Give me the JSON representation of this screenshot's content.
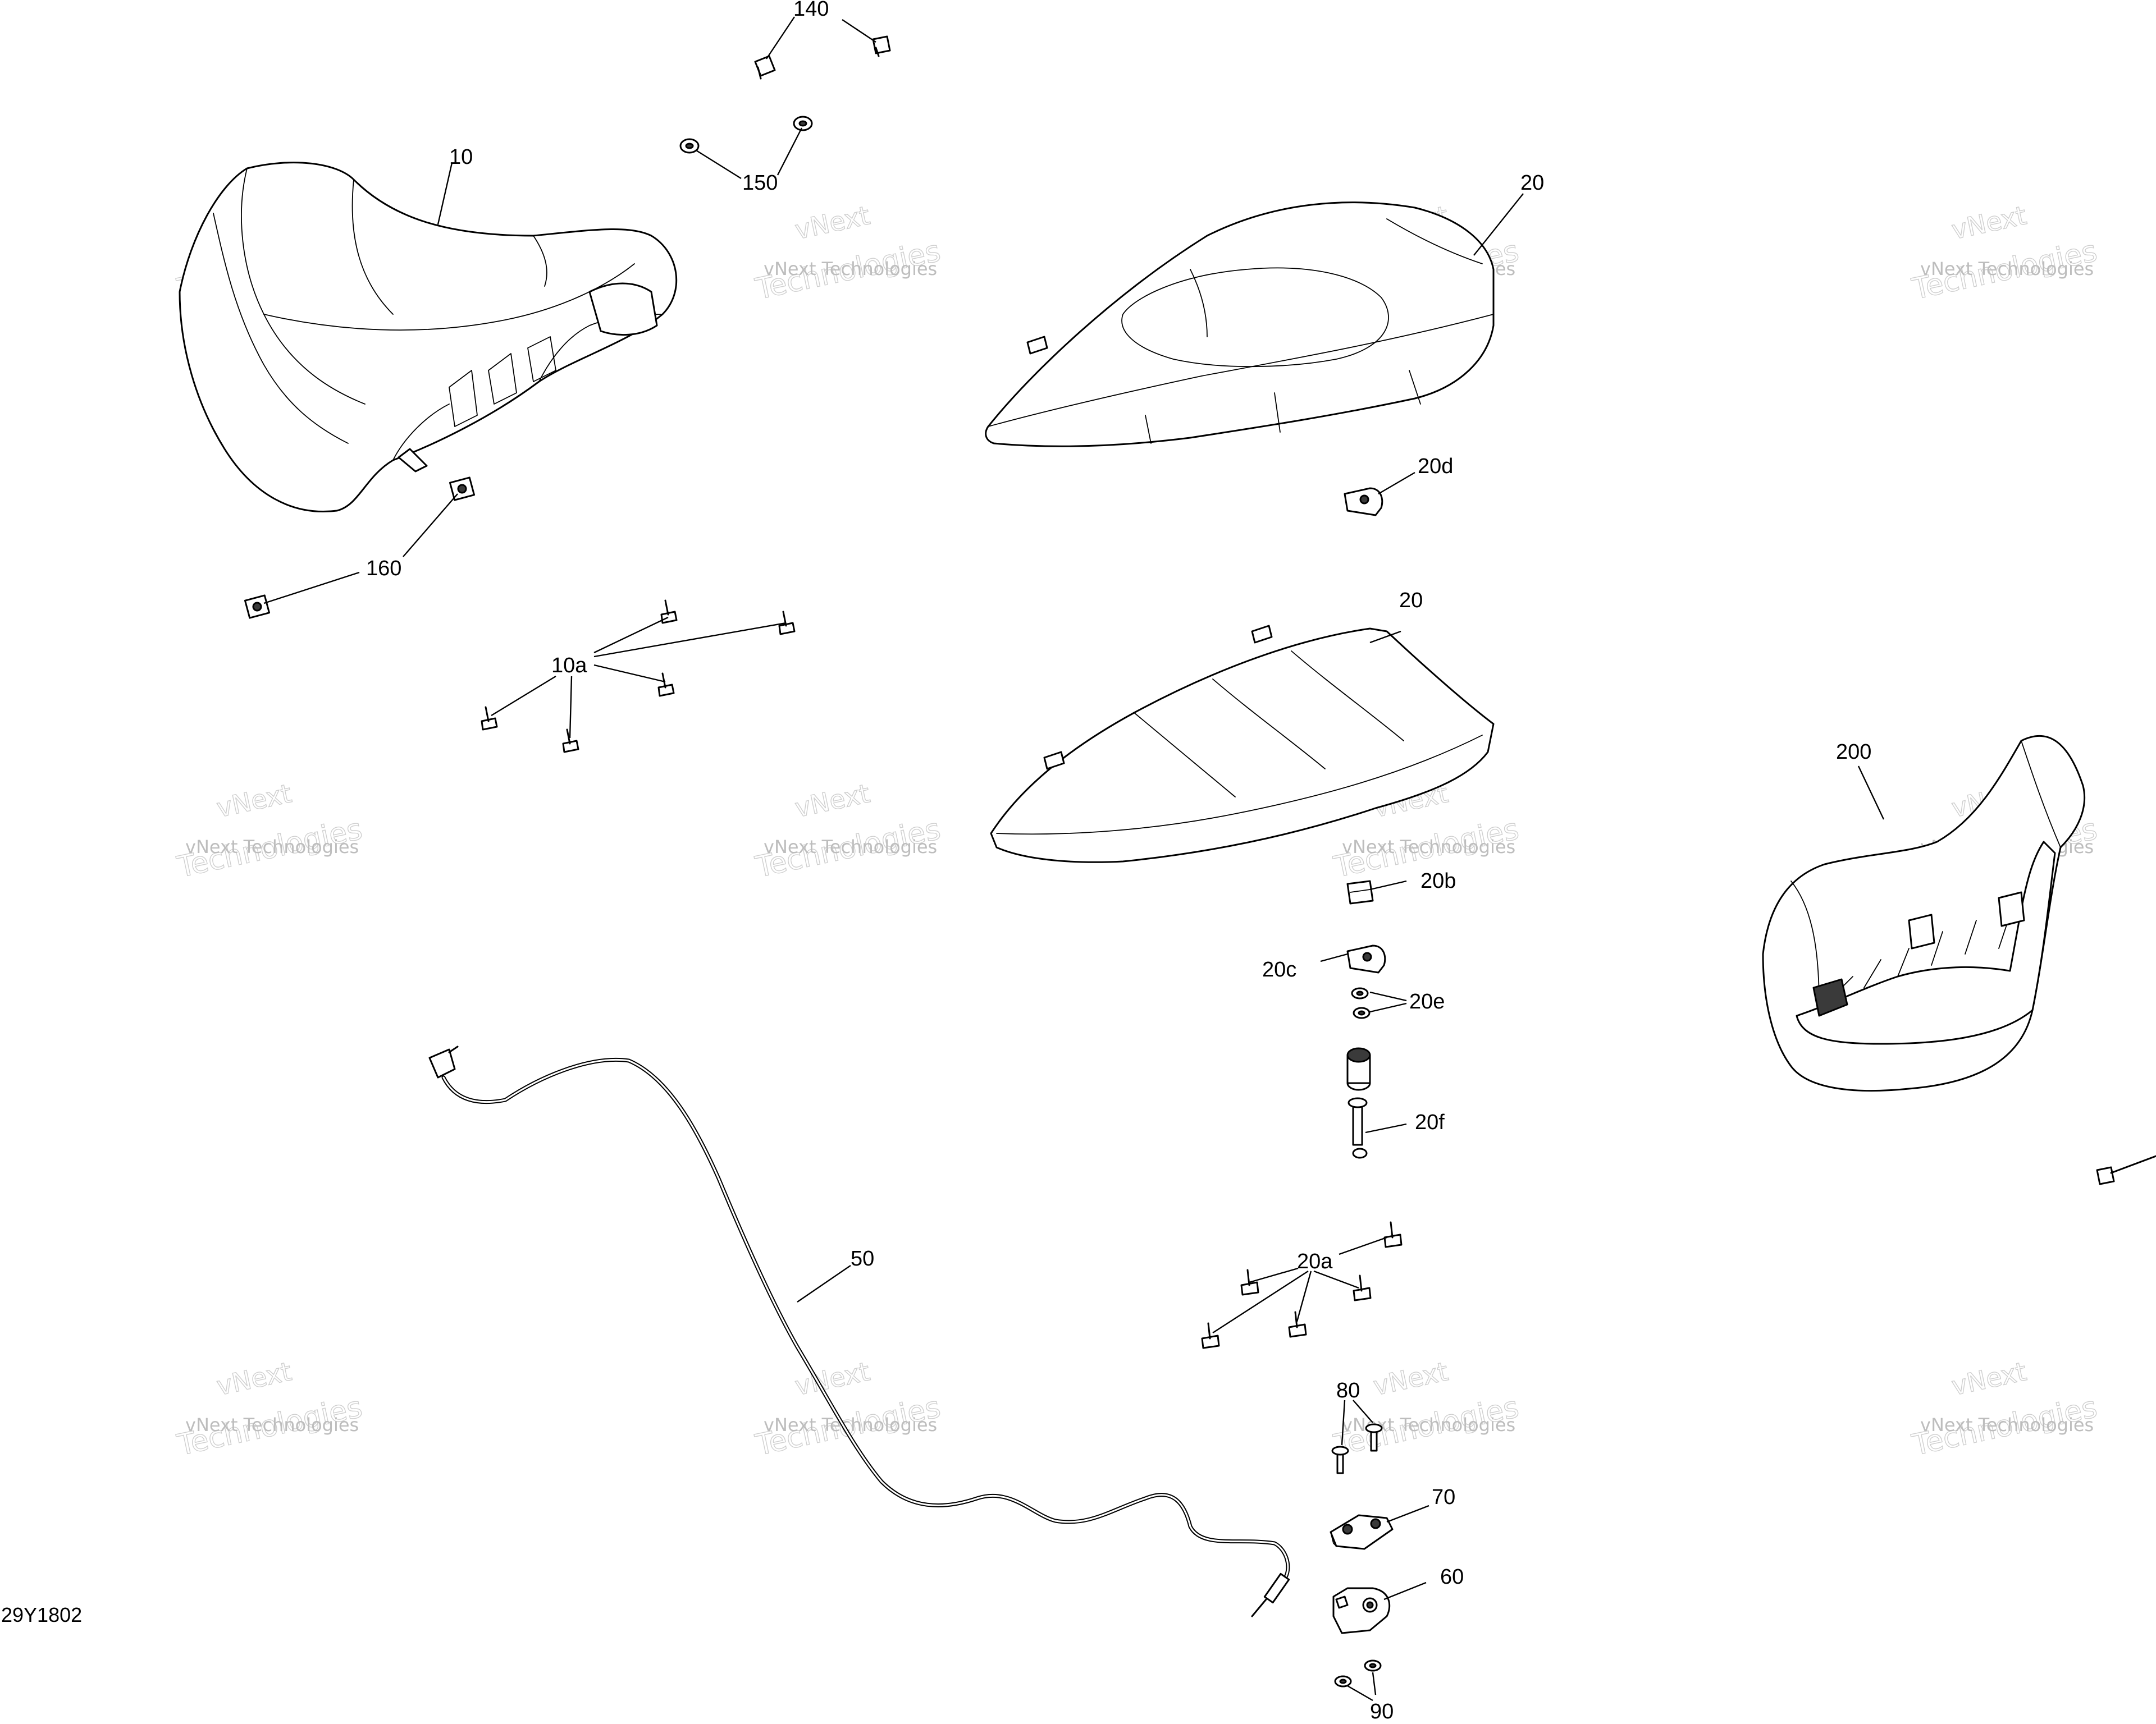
{
  "drawing_number": "29Y1802",
  "watermark": {
    "line1": "vNext Technologies",
    "line2": "vNext",
    "line3": "Technologies"
  },
  "callouts": {
    "c140": "140",
    "c150": "150",
    "c10": "10",
    "c160": "160",
    "c10a": "10a",
    "c20_top": "20",
    "c20d": "20d",
    "c20_mid": "20",
    "c20b": "20b",
    "c20c": "20c",
    "c20e": "20e",
    "c20f": "20f",
    "c20a": "20a",
    "c200": "200",
    "c50": "50",
    "c80": "80",
    "c70": "70",
    "c60": "60",
    "c90": "90"
  }
}
